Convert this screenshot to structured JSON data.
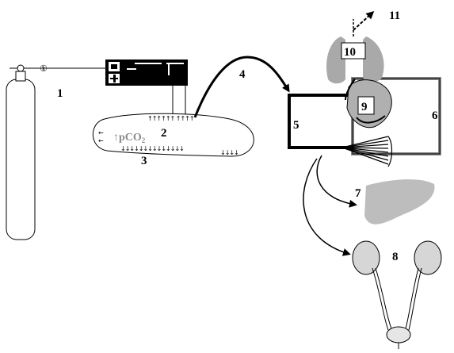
{
  "labels": {
    "n1": "1",
    "n2": "2",
    "n3": "3",
    "n4": "4",
    "n5": "5",
    "n6": "6",
    "n7": "7",
    "n8": "8",
    "n9": "9",
    "n10": "10",
    "n11": "11"
  },
  "pco2": {
    "arrow": "↑",
    "text": "pCO",
    "sub": "2"
  },
  "gauge_mark": "①",
  "bubble_arrows": {
    "top": "↑↑↑↑↑↑  ↑↑↑↑",
    "bottom": "↓↓↓↓↓↓↓↓↓↓↓↓↓↓",
    "bottom_right": "↓↓↓↓",
    "left": "←"
  },
  "colors": {
    "organ_gray": "#a9a9a9",
    "liver_gray": "#bdbdbd",
    "text_gray": "#8a8a8a",
    "ink": "#000000"
  }
}
